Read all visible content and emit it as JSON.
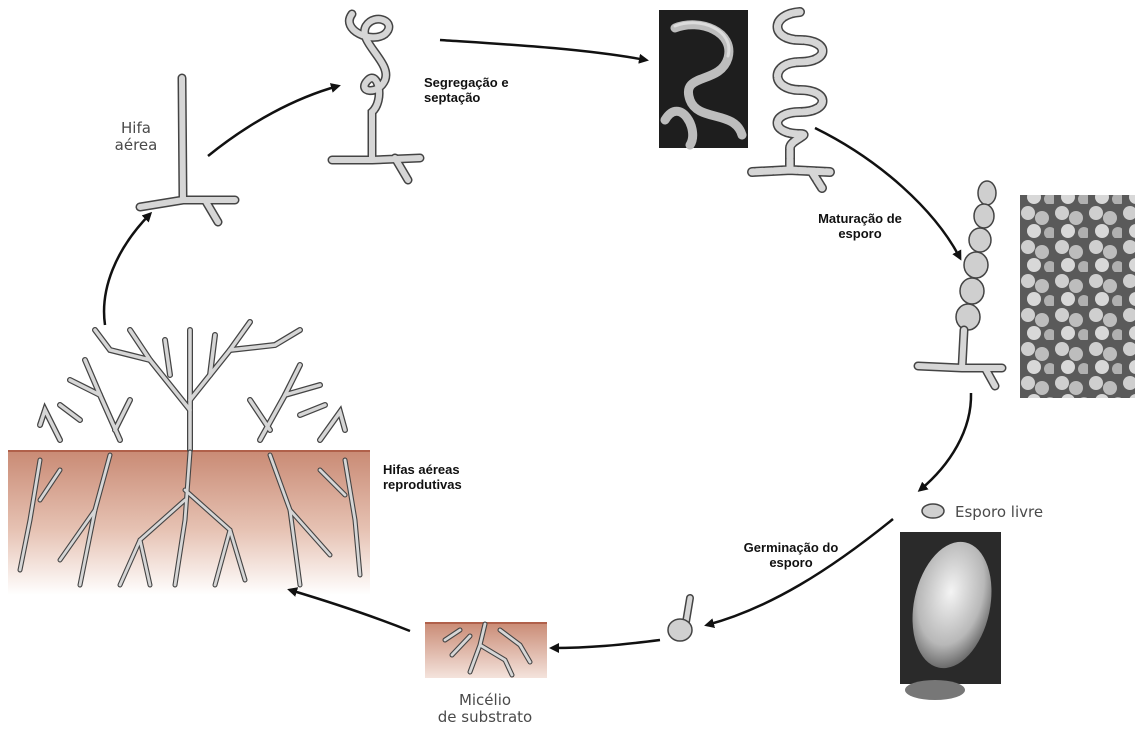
{
  "labels": {
    "aerial_hypha": "Hifa\naérea",
    "segregation": "Segregação e\nseptação",
    "spore_maturation": "Maturação de\nesporo",
    "free_spore": "Esporo livre",
    "spore_germination": "Germinação do\nesporo",
    "substrate_mycelium": "Micélio\nde substrato",
    "reproductive_aerial_hyphae": "Hifas aéreas\nreprodutivas"
  },
  "colors": {
    "hypha_fill": "#d4d4d4",
    "hypha_outline": "#444444",
    "soil_top": "#c98a74",
    "soil_bottom": "#ffffff",
    "arrow": "#111111",
    "label_large": "#4a4a4a",
    "micrograph_dark": "#222222",
    "micrograph_light": "#bdbdbd"
  },
  "icons": {
    "micrograph_1": "coiled-spore-chain-micrograph",
    "micrograph_2": "spore-chain-micrograph",
    "micrograph_3": "single-spore-micrograph"
  }
}
